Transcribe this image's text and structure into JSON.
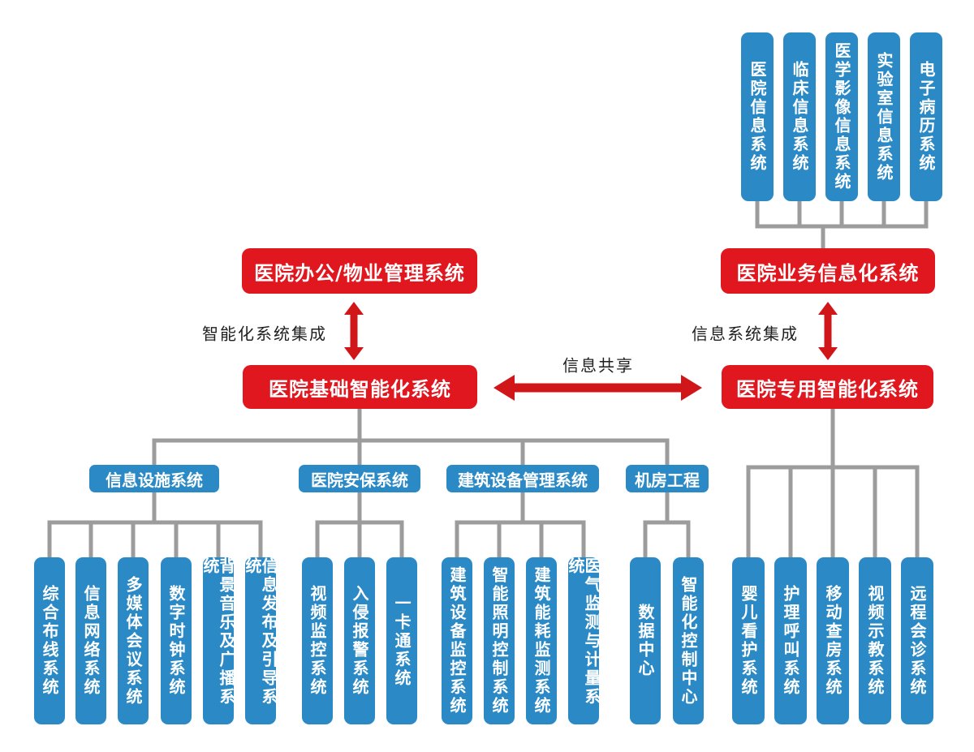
{
  "colors": {
    "node_red": "#e0171e",
    "arrow_red": "#d1161a",
    "node_blue": "#2b8ac6",
    "line_gray": "#9c9c9c"
  },
  "nodes": {
    "office": "医院办公/物业管理系统",
    "business": "医院业务信息化系统",
    "base": "医院基础智能化系统",
    "special": "医院专用智能化系统"
  },
  "labels": {
    "left_integration": "智能化系统集成",
    "right_integration": "信息系统集成",
    "share": "信息共享"
  },
  "his_pillars": [
    "医院信息系统",
    "临床信息系统",
    "医学影像信息系统",
    "实验室信息系统",
    "电子病历系统"
  ],
  "base_groups": [
    {
      "category": "信息设施系统",
      "children": [
        "综合布线系统",
        "信息网络系统",
        "多媒体会议系统",
        "数字时钟系统",
        "背景音乐及广播系统",
        "信息发布及引导系统"
      ]
    },
    {
      "category": "医院安保系统",
      "children": [
        "视频监控系统",
        "入侵报警系统",
        "一卡通系统"
      ]
    },
    {
      "category": "建筑设备管理系统",
      "children": [
        "建筑设备监控系统",
        "智能照明控制系统",
        "建筑能耗监测系统",
        "医气监测与计量系统"
      ]
    },
    {
      "category": "机房工程",
      "children": [
        "数据中心",
        "智能化控制中心"
      ]
    }
  ],
  "special_children": [
    "婴儿看护系统",
    "护理呼叫系统",
    "移动查房系统",
    "视频示教系统",
    "远程会诊系统"
  ]
}
